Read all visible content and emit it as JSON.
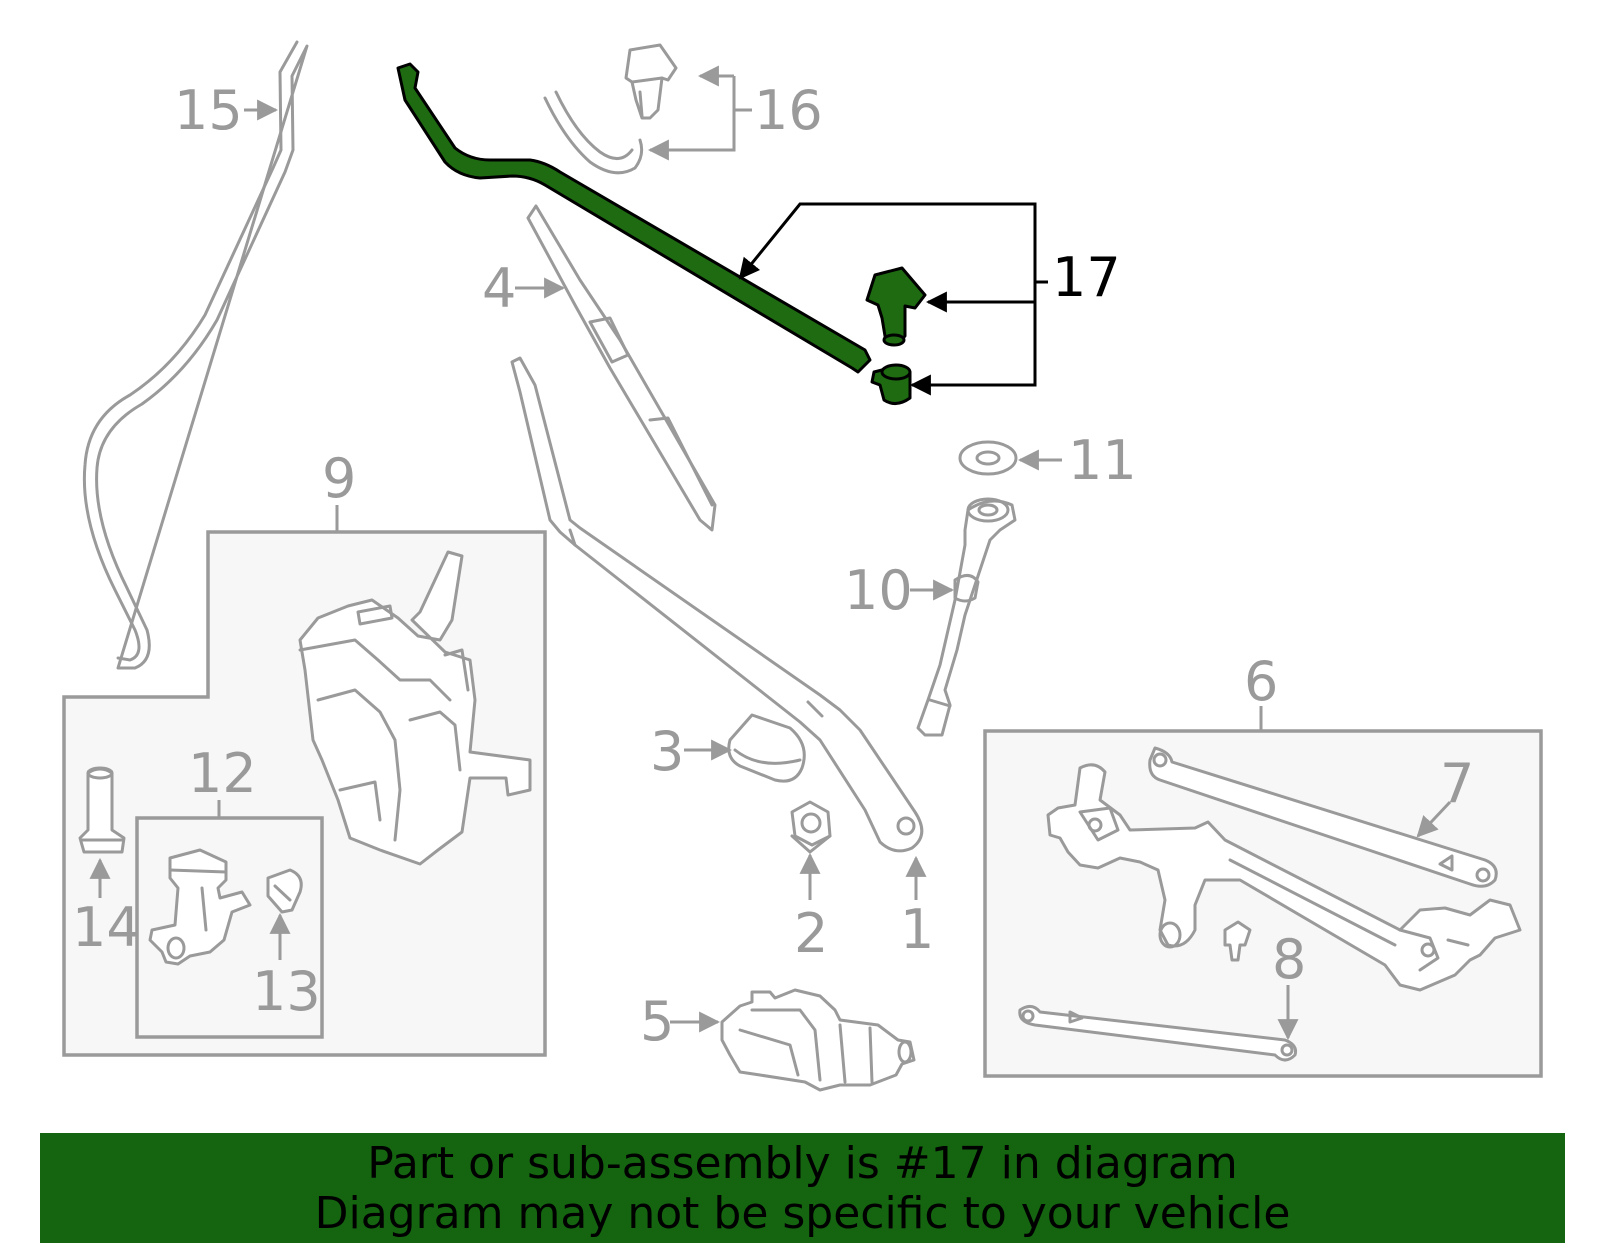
{
  "highlight_color": "#1e6b12",
  "banner_color": "#146410",
  "highlighted_part": "17",
  "callouts": {
    "c1": "1",
    "c2": "2",
    "c3": "3",
    "c4": "4",
    "c5": "5",
    "c6": "6",
    "c7": "7",
    "c8": "8",
    "c9": "9",
    "c10": "10",
    "c11": "11",
    "c12": "12",
    "c13": "13",
    "c14": "14",
    "c15": "15",
    "c16": "16",
    "c17": "17"
  },
  "banner": {
    "line1": "Part or sub-assembly is #17 in diagram",
    "line2": "Diagram may not be specific to your vehicle"
  }
}
